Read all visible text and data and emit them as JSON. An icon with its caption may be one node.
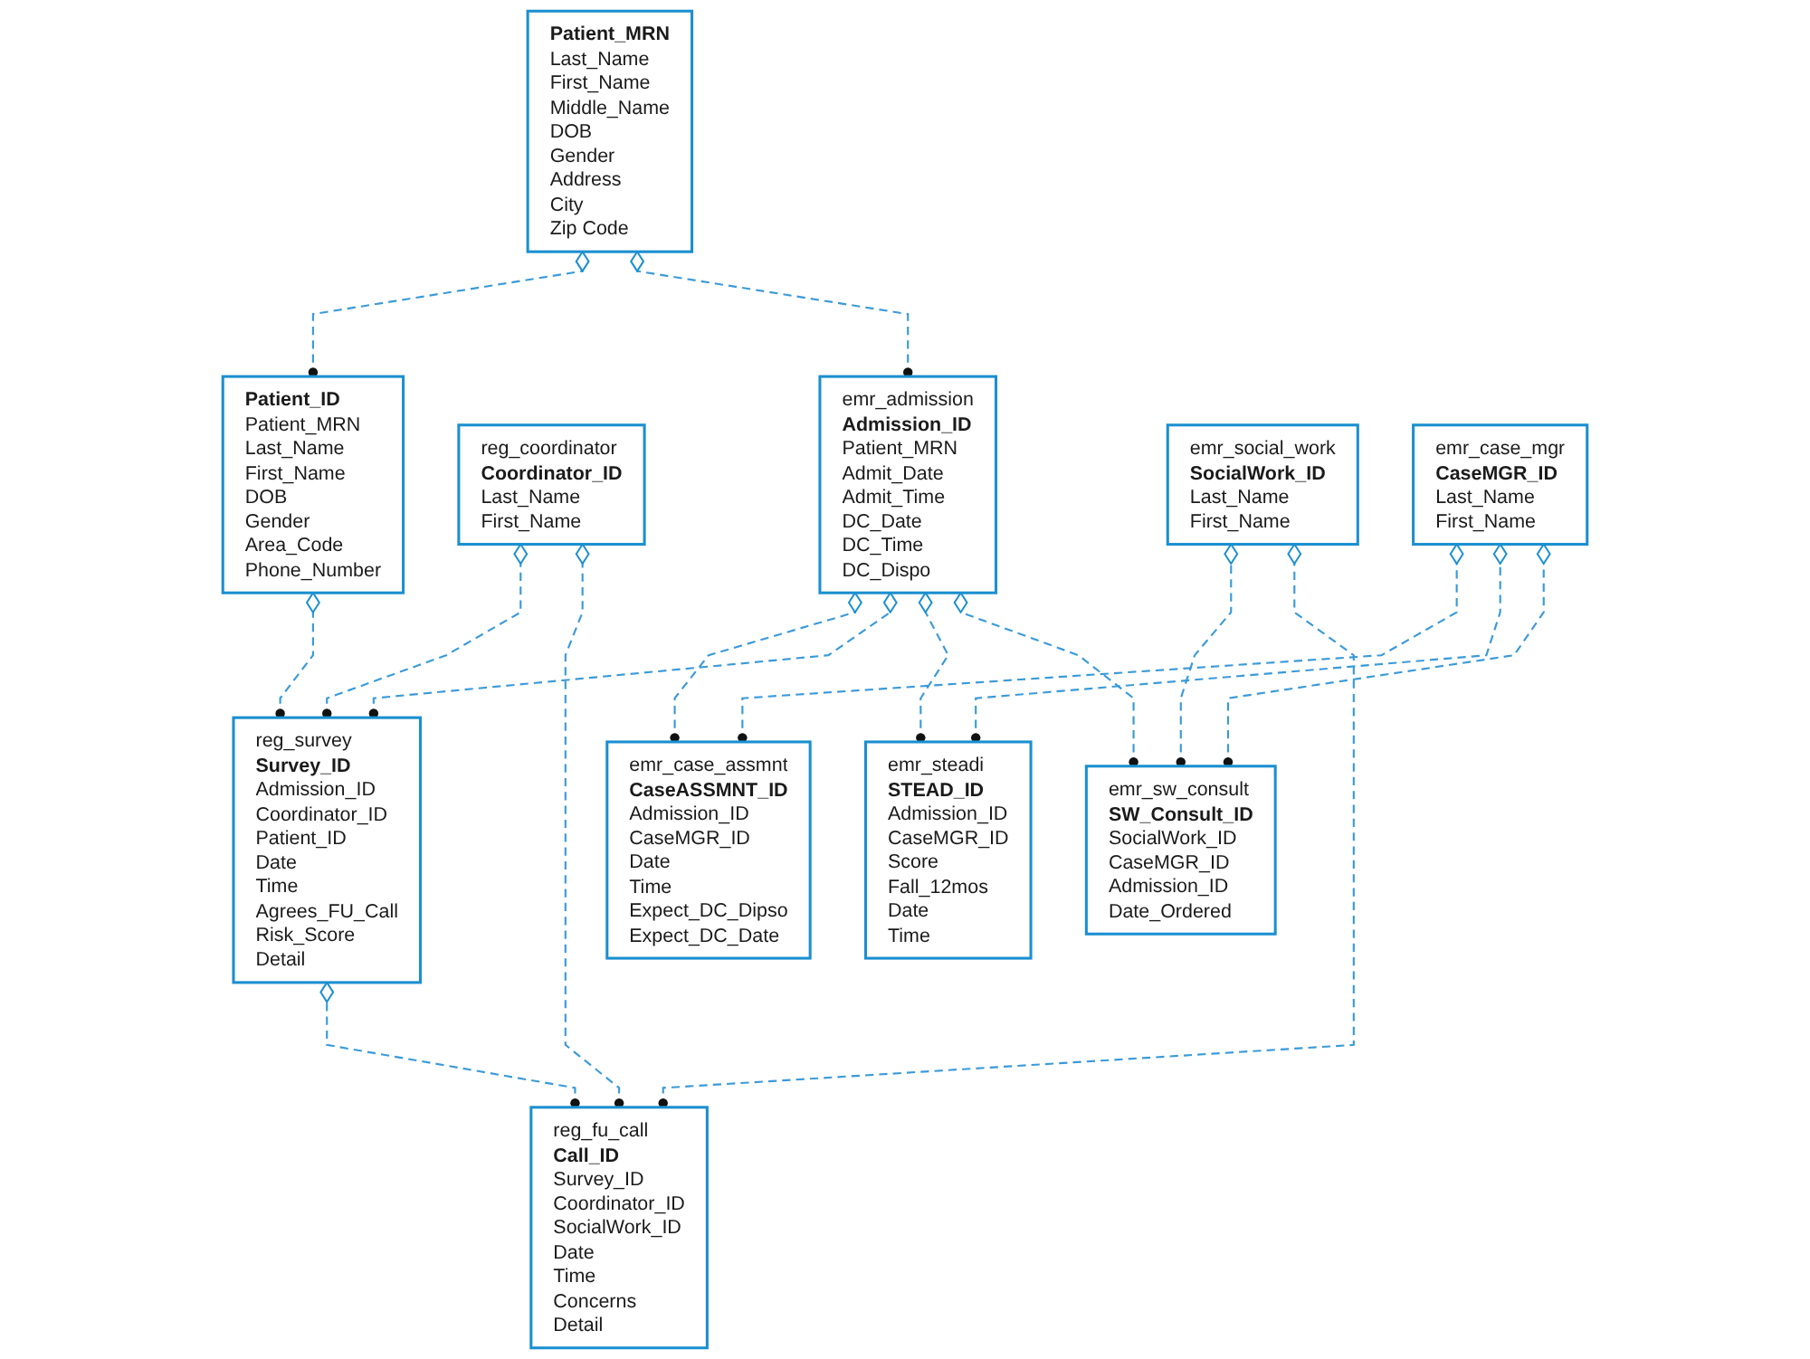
{
  "diagram": {
    "nodes": [
      {
        "text": [
          "Patient_MRN",
          "Last_Name",
          "First_Name",
          "Middle_Name",
          "DOB",
          "Gender",
          "Address",
          "City",
          "Zip Code"
        ]
      },
      {
        "text": [
          "Patient_ID",
          "Patient_MRN",
          "Last_Name",
          "First_Name",
          "DOB",
          "Gender",
          "Area_Code",
          "Phone_Number"
        ]
      },
      {
        "text": [
          "reg_coordinator",
          "Coordinator_ID",
          "Last_Name",
          "First_Name"
        ]
      },
      {
        "text": [
          "emr_case_assmnt",
          "CaseASSMNT_ID",
          "Admission_ID",
          "CaseMGR_ID",
          "Date",
          "Time",
          "Expect_DC_Dipso",
          "Expect_DC_Date"
        ]
      },
      {
        "text": [
          "emr_admission",
          "Admission_ID",
          "Patient_MRN",
          "Admit_Date",
          "Admit_Time",
          "DC_Date",
          "DC_Time",
          "DC_Dispo"
        ]
      },
      {
        "text": [
          "reg_survey",
          "Survey_ID",
          "Admission_ID",
          "Coordinator_ID",
          "Patient_ID",
          "Date",
          "Time",
          "Agrees_FU_Call",
          "Risk_Score",
          "Detail"
        ]
      },
      {
        "text": [
          "reg_fu_call",
          "Call_ID",
          "Survey_ID",
          "Coordinator_ID",
          "SocialWork_ID",
          "Date",
          "Time",
          "Concerns",
          "Detail"
        ]
      },
      {
        "text": [
          "emr_steadi",
          "STEAD_ID",
          "Admission_ID",
          "CaseMGR_ID",
          "Score",
          "Fall_12mos",
          "Date",
          "Time"
        ]
      },
      {
        "text": [
          "emr_social_work",
          "SocialWork_ID",
          "Last_Name",
          "First_Name"
        ]
      },
      {
        "text": [
          "emr_case_mgr",
          "CaseMGR_ID",
          "Last_Name",
          "First_Name"
        ]
      },
      {
        "text": [
          "emr_sw_consult",
          "SW_Consult_ID",
          "SocialWork_ID",
          "CaseMGR_ID",
          "Admission_ID",
          "Date_Ordered"
        ]
      }
    ],
    "edges": [
      {
        "from": 1,
        "to": 0,
        "arrow": "other",
        "style": "dashed"
      },
      {
        "from": 4,
        "to": 0,
        "arrow": "other",
        "style": "dashed"
      },
      {
        "from": 5,
        "to": 1,
        "arrow": "other",
        "style": "dashed"
      },
      {
        "from": 5,
        "to": 2,
        "arrow": "other",
        "style": "dashed"
      },
      {
        "from": 6,
        "to": 2,
        "arrow": "other",
        "style": "dashed"
      },
      {
        "from": 3,
        "to": 4,
        "arrow": "other",
        "style": "dashed"
      },
      {
        "from": 5,
        "to": 4,
        "arrow": "other",
        "style": "dashed"
      },
      {
        "from": 6,
        "to": 5,
        "arrow": "other",
        "style": "dashed"
      },
      {
        "from": 7,
        "to": 4,
        "arrow": "other",
        "style": "dashed"
      },
      {
        "from": 10,
        "to": 4,
        "arrow": "other",
        "style": "dashed"
      },
      {
        "from": 3,
        "to": 9,
        "arrow": "other",
        "style": "dashed"
      },
      {
        "from": 7,
        "to": 9,
        "arrow": "other",
        "style": "dashed"
      },
      {
        "from": 10,
        "to": 9,
        "arrow": "other",
        "style": "dashed"
      },
      {
        "from": 10,
        "to": 8,
        "arrow": "other",
        "style": "dashed"
      },
      {
        "from": 6,
        "to": 8,
        "arrow": "other",
        "style": "dashed"
      }
    ]
  }
}
